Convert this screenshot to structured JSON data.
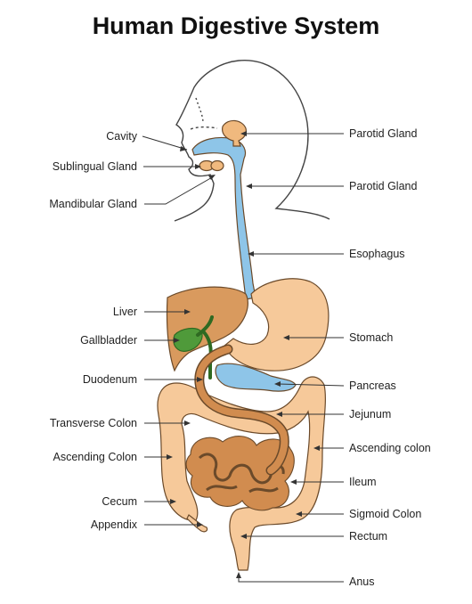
{
  "title": "Human Digestive System",
  "colors": {
    "esophagus": "#8ec5e8",
    "stomach": "#f6c99a",
    "liver": "#d99a5e",
    "gallbladder": "#4f9a3a",
    "pancreas": "#8ec5e8",
    "intestine": "#d18c4f",
    "colon": "#f6c99a",
    "gland": "#f0b97e"
  },
  "labels": {
    "cavity": "Cavity",
    "sublingual_gland": "Sublingual Gland",
    "mandibular_gland": "Mandibular Gland",
    "parotid_gland_1": "Parotid Gland",
    "parotid_gland_2": "Parotid Gland",
    "esophagus": "Esophagus",
    "liver": "Liver",
    "gallbladder": "Gallbladder",
    "duodenum": "Duodenum",
    "stomach": "Stomach",
    "pancreas": "Pancreas",
    "jejunum": "Jejunum",
    "transverse_colon": "Transverse Colon",
    "ascending_colon_left": "Ascending Colon",
    "ascending_colon_right": "Ascending colon",
    "ileum": "Ileum",
    "cecum": "Cecum",
    "appendix": "Appendix",
    "sigmoid_colon": "Sigmoid Colon",
    "rectum": "Rectum",
    "anus": "Anus"
  }
}
